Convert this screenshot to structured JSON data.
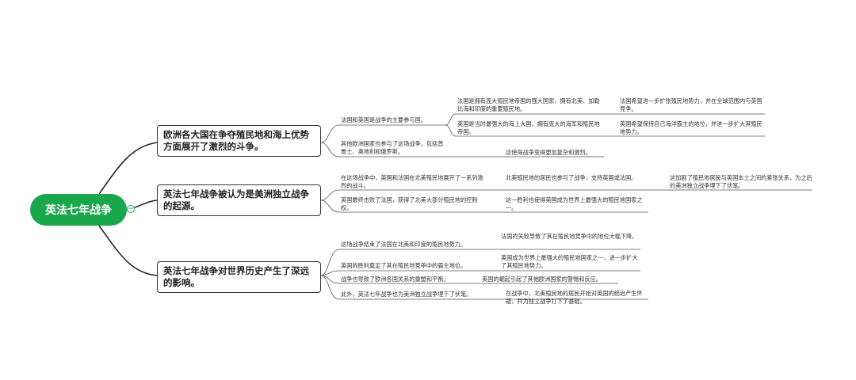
{
  "mindmap": {
    "root": "英法七年战争",
    "collapse_symbol": "−",
    "accent_color": "#1aa64b",
    "branches": [
      {
        "title": "欧洲各大国在争夺殖民地和海上优势方面展开了激烈的斗争。",
        "children": [
          {
            "text": "法国和英国是战争的主要参与国。",
            "children": [
              {
                "text": "法国是拥有庞大殖民地帝国的强大国家，拥有北美、加勒比海和印度的重要殖民地。",
                "children": [
                  {
                    "text": "法国希望进一步扩张殖民地势力，并在全球范围内与英国竞争。"
                  }
                ]
              },
              {
                "text": "英国是当时最强大的海上大国，拥有庞大的海军和殖民地帝国。",
                "children": [
                  {
                    "text": "英国希望保持自己海洋霸主的地位，并进一步扩大其殖民地势力。"
                  }
                ]
              }
            ]
          },
          {
            "text": "其他欧洲国家也参与了这场战争，包括普鲁士、奥地利和俄罗斯。",
            "children": [
              {
                "text": "这使得战争变得更加复杂和激烈。"
              }
            ]
          }
        ]
      },
      {
        "title": "英法七年战争被认为是美洲独立战争的起源。",
        "children": [
          {
            "text": "在这场战争中，英国和法国在北美殖民地展开了一系列激烈的战斗。",
            "children": [
              {
                "text": "北美殖民地的居民也参与了战争，支持英国或法国。",
                "children": [
                  {
                    "text": "这加剧了殖民地居民与英国本土之间的紧张关系，为之后的美洲独立战争埋下了伏笔。"
                  }
                ]
              }
            ]
          },
          {
            "text": "英国最终击败了法国，获得了北美大部分殖民地的控制权。",
            "children": [
              {
                "text": "这一胜利也使得英国成为世界上最强大的殖民地国家之一。"
              }
            ]
          }
        ]
      },
      {
        "title": "英法七年战争对世界历史产生了深远的影响。",
        "children": [
          {
            "text": "这场战争结束了法国在北美和印度的殖民地势力。",
            "children": [
              {
                "text": "法国的失败导致了其在殖民地竞争中的地位大幅下降。"
              }
            ]
          },
          {
            "text": "英国的胜利奠定了其在殖民地竞争中的霸主地位。",
            "children": [
              {
                "text": "英国成为世界上最强大的殖民地国家之一，进一步扩大了其殖民地势力。"
              }
            ]
          },
          {
            "text": "战争也导致了欧洲各国关系的重塑和平衡。",
            "children": [
              {
                "text": "英国的崛起引起了其他欧洲国家的警惕和反应。"
              }
            ]
          },
          {
            "text": "此外，英法七年战争也为美洲独立战争埋下了伏笔。",
            "children": [
              {
                "text": "在战争中，北美殖民地的居民开始对英国的统治产生怀疑，并为独立战争打下了基础。"
              }
            ]
          }
        ]
      }
    ]
  }
}
